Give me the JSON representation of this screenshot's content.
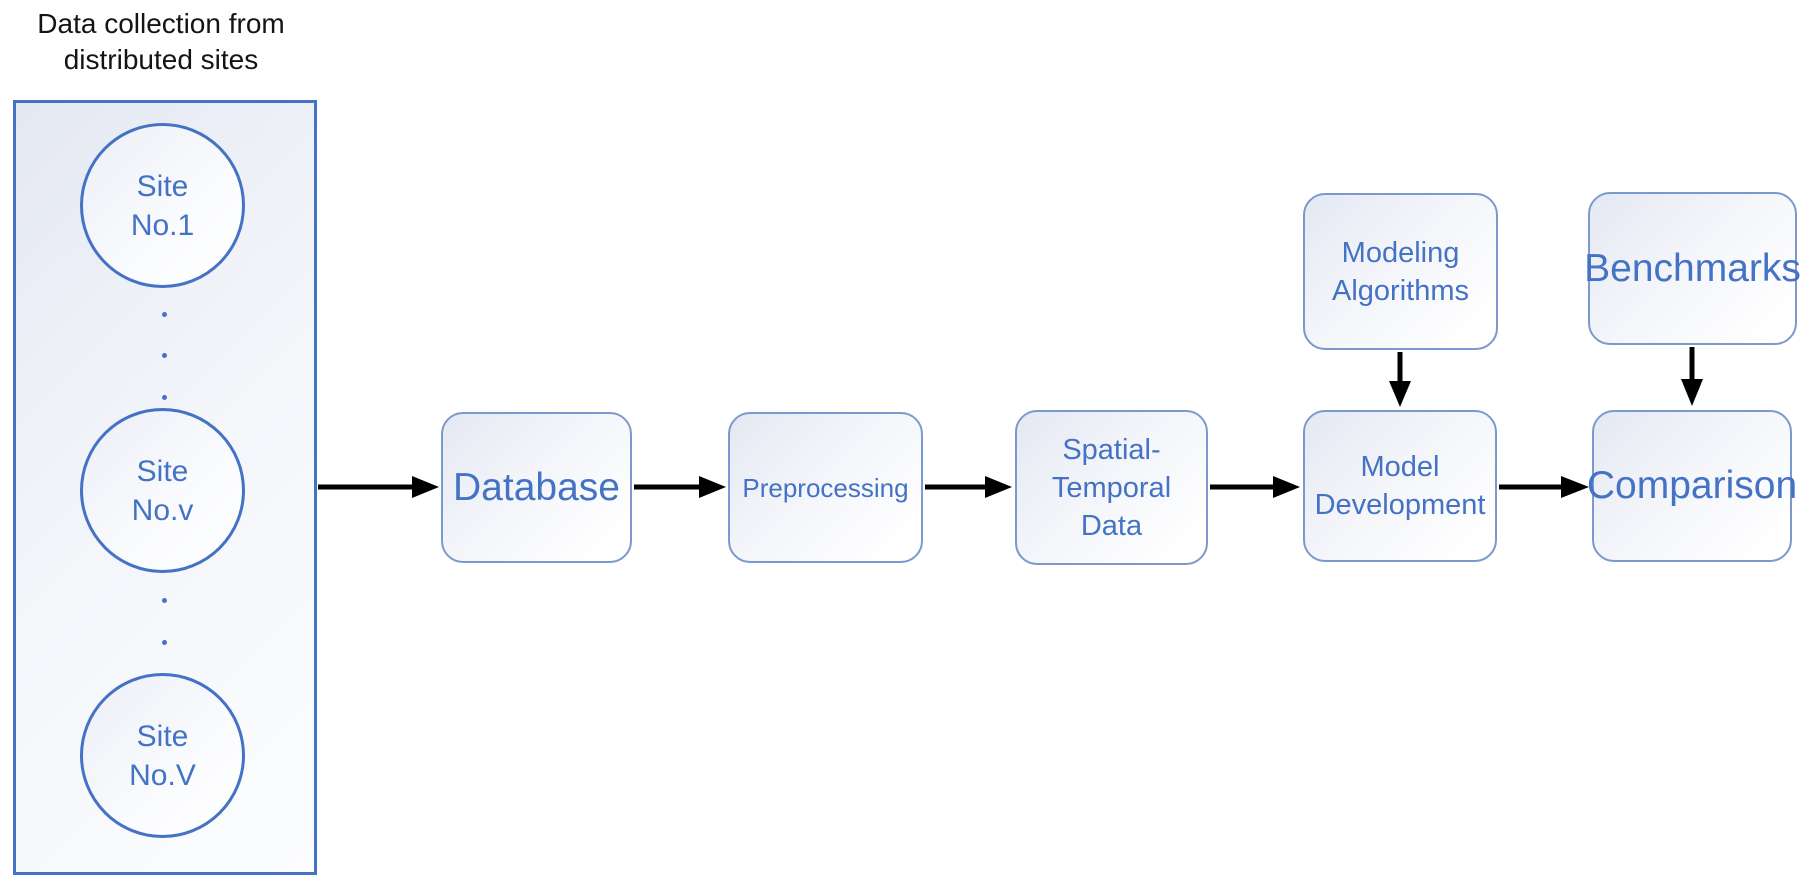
{
  "colors": {
    "accent_blue": "#4472C4",
    "box_border_blue": "#7C99CE",
    "arrow_black": "#000000",
    "fill_gradient_start": "#E4E8F2",
    "fill_gradient_end": "#FFFFFF",
    "title_text": "#141414"
  },
  "sites_panel": {
    "title": "Data collection from distributed sites",
    "sites": [
      {
        "label": "Site No.1"
      },
      {
        "label": "Site No.v"
      },
      {
        "label": "Site No.V"
      }
    ]
  },
  "flow": {
    "database": "Database",
    "preprocessing": "Preprocessing",
    "spatial_temporal": "Spatial-Temporal Data",
    "model_development": "Model Development",
    "comparison": "Comparison"
  },
  "inputs": {
    "modeling_algorithms": "Modeling Algorithms",
    "benchmarks": "Benchmarks"
  }
}
